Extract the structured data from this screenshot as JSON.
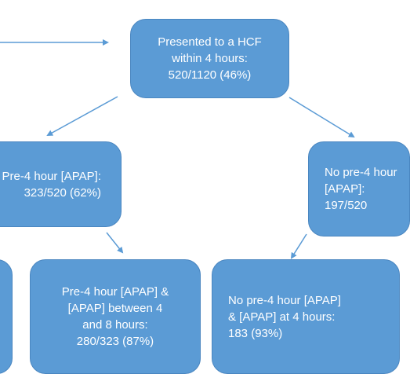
{
  "colors": {
    "node_fill": "#5b9bd5",
    "node_border": "#4a86c0",
    "node_text": "#ffffff",
    "arrow": "#5b9bd5"
  },
  "nodes": {
    "top": "Presented to a HCF\nwithin 4 hours:\n520/1120 (46%)",
    "mid_left": "Pre-4 hour [APAP]:\n323/520 (62%)",
    "mid_right": "No pre-4 hour [APAP]:\n197/520",
    "bottom_center_left": "Pre-4 hour [APAP] &\n[APAP] between 4\nand 8 hours:\n280/323 (87%)",
    "bottom_center_right": "No pre-4 hour [APAP]\n& [APAP] at 4 hours:\n183 (93%)"
  }
}
